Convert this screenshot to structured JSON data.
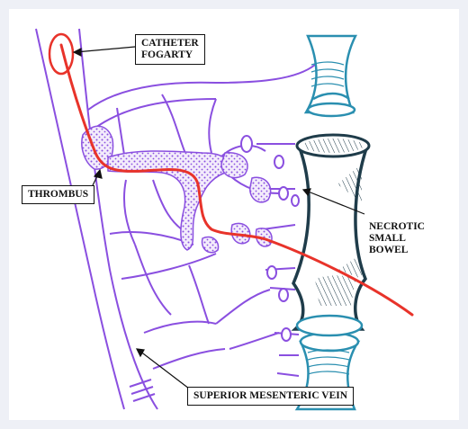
{
  "labels": {
    "catheter": [
      "CATHETER",
      "FOGARTY"
    ],
    "thrombus": "THROMBUS",
    "necrotic": [
      "NECROTIC",
      "SMALL",
      "BOWEL"
    ],
    "vein": "SUPERIOR MESENTERIC VEIN"
  },
  "colors": {
    "vein": "#8a4fe0",
    "catheter": "#e8332a",
    "bowel": "#1f3c4a",
    "bowel_healthy": "#2a8fb0",
    "background": "#eef0f6"
  }
}
